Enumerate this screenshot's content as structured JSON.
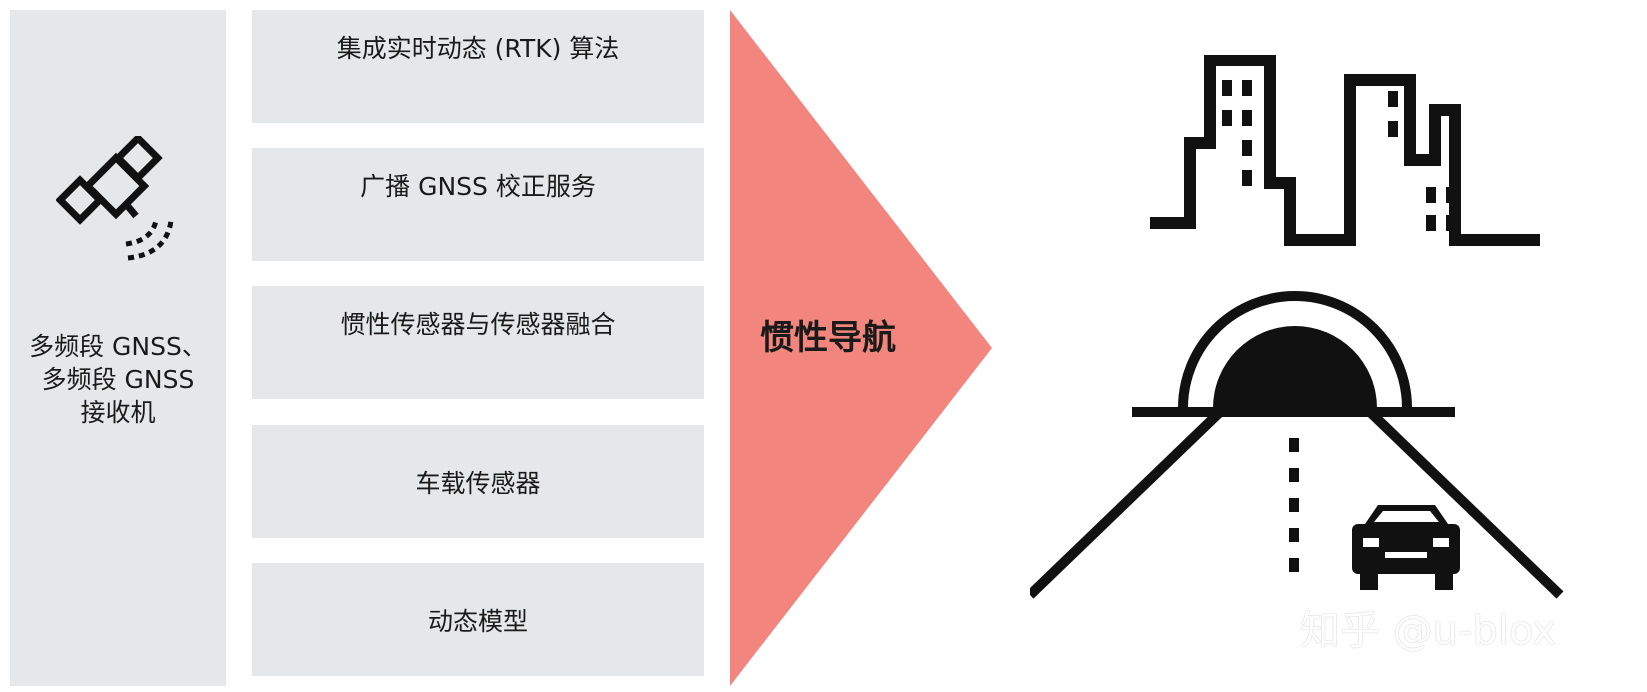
{
  "left_panel": {
    "label": "多频段 GNSS、\n多频段 GNSS\n接收机",
    "icon": "satellite-icon"
  },
  "boxes": [
    {
      "label": "集成实时动态 (RTK) 算法"
    },
    {
      "label": "广播 GNSS 校正服务"
    },
    {
      "label": "惯性传感器与传感器融合"
    },
    {
      "label": "车载传感器"
    },
    {
      "label": "动态模型"
    }
  ],
  "arrow": {
    "label": "惯性导航",
    "color": "#f2857d"
  },
  "illustrations": {
    "top": "city-buildings-icon",
    "bottom": "tunnel-road-car-icon"
  },
  "watermark": "知乎 @u-blox",
  "colors": {
    "panel": "#e6e7e8",
    "icon": "#111111"
  }
}
